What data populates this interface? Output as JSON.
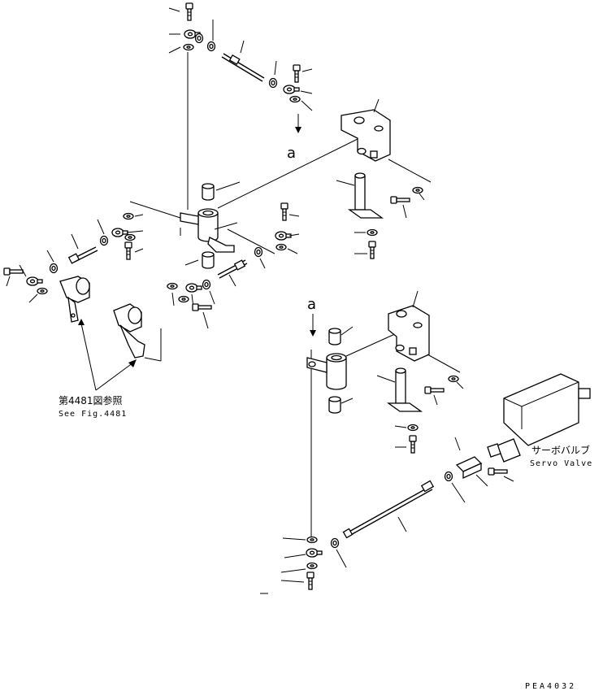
{
  "annotations": {
    "view_a_top": "a",
    "view_a_bottom": "a",
    "see_fig_jp": "第4481図参照",
    "see_fig_en": "See Fig.4481",
    "servo_jp": "サーボバルブ",
    "servo_en": "Servo Valve",
    "drawing_code": "PEA4032"
  },
  "icons": [
    "bolt-icon",
    "washer-icon",
    "nut-icon",
    "bushing-icon",
    "bracket-icon",
    "shaft-icon",
    "rod-icon",
    "lever-icon",
    "servo-valve-icon",
    "arrow-down-icon"
  ]
}
